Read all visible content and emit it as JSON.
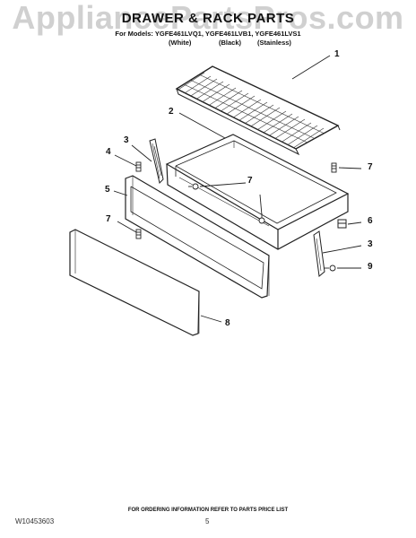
{
  "watermark": "AppliancePartsPros.com",
  "title": "DRAWER & RACK PARTS",
  "models_line": "For Models: YGFE461LVQ1, YGFE461LVB1, YGFE461LVS1",
  "finishes": [
    "(White)",
    "(Black)",
    "(Stainless)"
  ],
  "callouts": {
    "c1": "1",
    "c2": "2",
    "c3a": "3",
    "c3b": "3",
    "c4": "4",
    "c5": "5",
    "c6": "6",
    "c7a": "7",
    "c7b": "7",
    "c7c": "7",
    "c8": "8",
    "c9": "9"
  },
  "footer": {
    "note": "FOR ORDERING INFORMATION REFER TO PARTS PRICE LIST",
    "doc_number": "W10453603",
    "page": "5"
  }
}
